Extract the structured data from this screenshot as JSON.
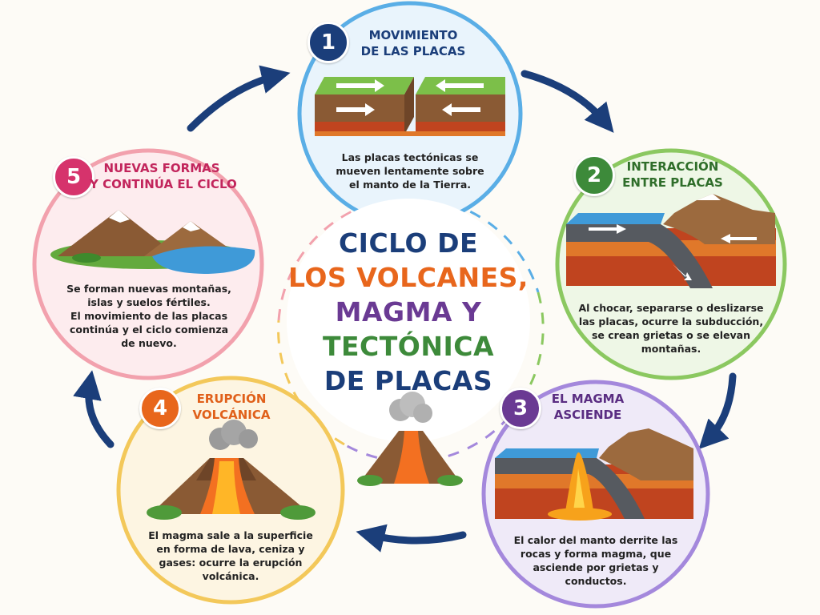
{
  "title": {
    "line1": "CICLO DE",
    "line2": "LOS VOLCANES,",
    "line3": "MAGMA Y",
    "line4": "TECTÓNICA",
    "line5": "DE PLACAS"
  },
  "colors": {
    "navy": "#1b3e7a",
    "orange": "#e8661c",
    "purple": "#6a3a93",
    "green": "#3d8a3a",
    "step1": "#5aaee6",
    "step2": "#8bc860",
    "step3": "#a488dc",
    "step4": "#f3c85a",
    "step5": "#f2a1ad"
  },
  "steps": [
    {
      "number": "1",
      "title": [
        "MOVIMIENTO",
        "DE LAS PLACAS"
      ],
      "desc": [
        "Las placas tectónicas se",
        "mueven lentamente sobre",
        "el manto de la Tierra."
      ]
    },
    {
      "number": "2",
      "title": [
        "INTERACCIÓN",
        "ENTRE PLACAS"
      ],
      "desc": [
        "Al chocar, separarse o deslizarse",
        "las placas, ocurre la subducción,",
        "se crean grietas o se elevan",
        "montañas."
      ]
    },
    {
      "number": "3",
      "title": [
        "EL MAGMA",
        "ASCIENDE"
      ],
      "desc": [
        "El calor del manto derrite las",
        "rocas y forma magma, que",
        "asciende por grietas y",
        "conductos."
      ]
    },
    {
      "number": "4",
      "title": [
        "ERUPCIÓN",
        "VOLCÁNICA"
      ],
      "desc": [
        "El magma sale a la superficie",
        "en forma de lava, ceniza y",
        "gases: ocurre la erupción",
        "volcánica."
      ]
    },
    {
      "number": "5",
      "title": [
        "NUEVAS FORMAS",
        "Y CONTINÚA EL CICLO"
      ],
      "desc": [
        "Se forman nuevas montañas,",
        "islas y suelos fértiles.",
        "El movimiento de las placas",
        "continúa y el ciclo comienza",
        "de nuevo."
      ]
    }
  ]
}
